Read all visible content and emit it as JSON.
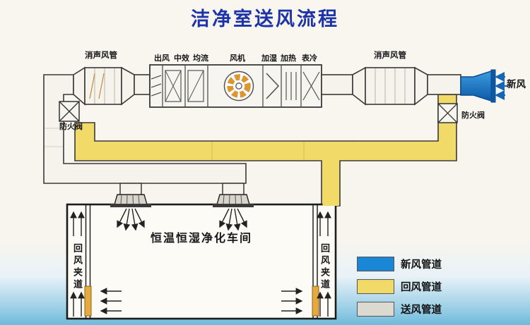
{
  "title": "洁净室送风流程",
  "colors": {
    "title": "#1d33a8",
    "fresh_air": "#1a86d6",
    "return_air": "#f2da69",
    "supply_air": "#e9e6df",
    "outline": "#3a3a3a",
    "grille_orange": "#e6a93e",
    "fan_ring_orange": "#dd9630"
  },
  "ahu": {
    "silencer_left": "消声风管",
    "silencer_right": "消声风管",
    "sections": [
      {
        "label": "出风"
      },
      {
        "label": "中效"
      },
      {
        "label": "均流"
      },
      {
        "label": "风机"
      },
      {
        "label": "加湿"
      },
      {
        "label": "加热"
      },
      {
        "label": "表冷"
      }
    ],
    "fresh_air_label": "新风",
    "fire_damper_left": "防火阀",
    "fire_damper_right": "防火阀"
  },
  "room": {
    "label": "恒温恒湿净化车间",
    "return_aisle_left": "回风夹道",
    "return_aisle_right": "回风夹道"
  },
  "legend": [
    {
      "label": "新风管道",
      "color": "#1a86d6"
    },
    {
      "label": "回风管道",
      "color": "#f2da69"
    },
    {
      "label": "送风管道",
      "color": "#dcd9d1"
    }
  ]
}
